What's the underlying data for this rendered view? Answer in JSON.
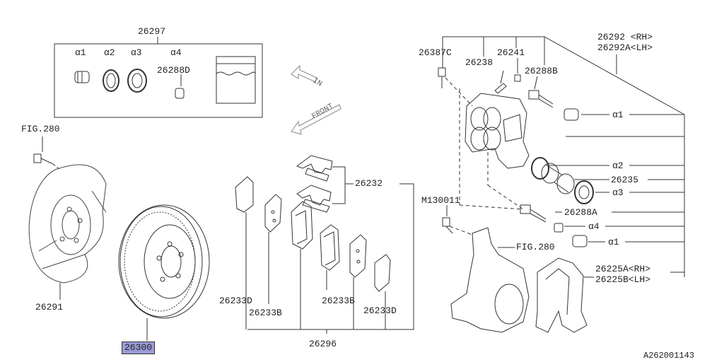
{
  "kit": {
    "part": "26297",
    "items": [
      "α1",
      "α2",
      "α3",
      "α4"
    ],
    "sub_part": "26288D"
  },
  "figs": {
    "left": "FIG.280",
    "right": "FIG.280"
  },
  "orientation": {
    "in": "IN",
    "front": "FRONT"
  },
  "parts": {
    "p26232": "26232",
    "p26387C": "26387C",
    "p26241": "26241",
    "p26238": "26238",
    "p26288B": "26288B",
    "p26292": "26292 <RH>",
    "p26292A": "26292A<LH>",
    "a1_top": "α1",
    "a2": "α2",
    "p26235": "26235",
    "a3": "α3",
    "M130011": "M130011",
    "p26288A": "26288A",
    "a4": "α4",
    "a1_bot": "α1",
    "p26225A": "26225A<RH>",
    "p26225B": "26225B<LH>",
    "p26291": "26291",
    "p26300": "26300",
    "p26233D_a": "26233D",
    "p26233B_a": "26233B",
    "p26233B_b": "26233B",
    "p26233D_b": "26233D",
    "p26296": "26296"
  },
  "diagram_id": "A262001143"
}
